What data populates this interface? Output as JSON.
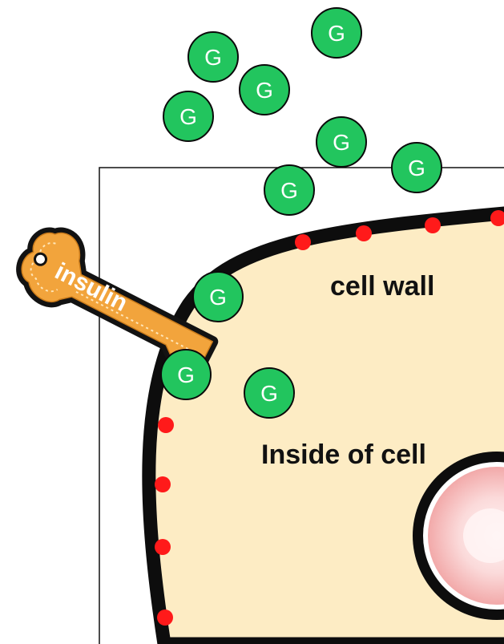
{
  "labels": {
    "cell_wall": "cell wall",
    "inside": "Inside of cell",
    "key": "insulin"
  },
  "glucose": {
    "symbol": "G",
    "count_outside": 7,
    "count_at_wall": 2,
    "count_inside": 1
  },
  "colors": {
    "glucose_fill": "#22c55e",
    "glucose_stroke": "#0a0a0a",
    "cytoplasm": "#fdecc4",
    "membrane": "#0d0d0d",
    "receptor": "#ff1a1a",
    "key": "#f2a43c",
    "key_outline": "#121212",
    "nucleus_outer": "#f4b7b7",
    "nucleus_inner": "#fde8e8"
  }
}
